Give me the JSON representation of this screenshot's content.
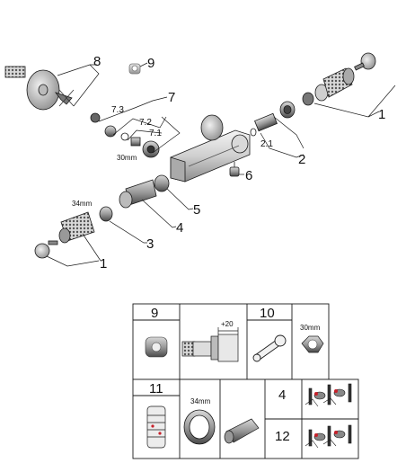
{
  "callouts": {
    "c1_right": "1",
    "c1_left": "1",
    "c2": "2",
    "c2_1": "2.1",
    "c3": "3",
    "c4": "4",
    "c5": "5",
    "c6": "6",
    "c7": "7",
    "c7_1": "7.1",
    "c7_2": "7.2",
    "c7_3": "7.3",
    "c8": "8",
    "c9": "9"
  },
  "dims": {
    "d30mm": "30mm",
    "d34mm": "34mm"
  },
  "table": {
    "cell_9": "9",
    "cell_plus20": "+20",
    "cell_10": "10",
    "cell_30mm": "30mm",
    "cell_11": "11",
    "cell_34mm": "34mm",
    "cell_4": "4",
    "cell_12": "12"
  },
  "colors": {
    "line": "#1a1a1a",
    "part_grey": "#b8b8b8",
    "part_dark": "#6a6a6a",
    "part_light": "#e4e4e4",
    "accent_red": "#c8202a"
  }
}
